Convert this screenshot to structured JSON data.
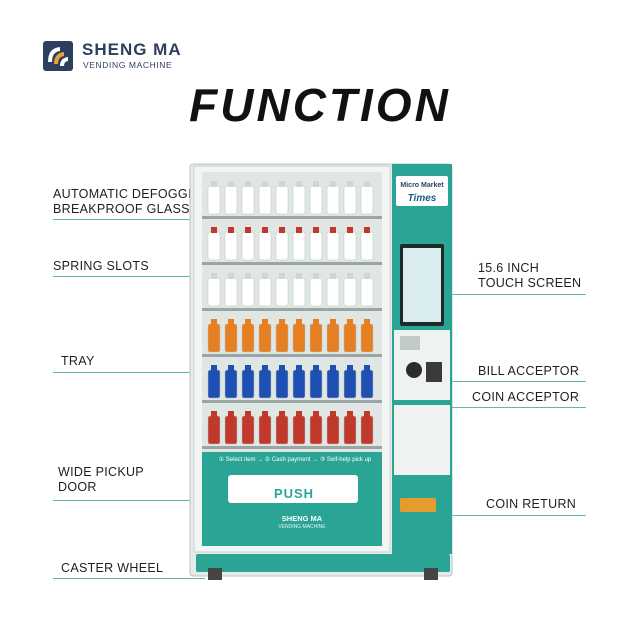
{
  "brand": {
    "name": "SHENG MA",
    "tagline": "VENDING MACHINE"
  },
  "title": "FUNCTION",
  "labels_left": [
    {
      "line1": "AUTOMATIC DEFOGGING",
      "line2": "BREAKPROOF GLASS"
    },
    {
      "line1": "SPRING SLOTS",
      "line2": ""
    },
    {
      "line1": "TRAY",
      "line2": ""
    },
    {
      "line1": "WIDE PICKUP",
      "line2": "DOOR"
    },
    {
      "line1": "CASTER WHEEL",
      "line2": ""
    }
  ],
  "labels_right": [
    {
      "line1": "15.6 INCH",
      "line2": "TOUCH SCREEN"
    },
    {
      "line1": "BILL ACCEPTOR",
      "line2": ""
    },
    {
      "line1": "COIN ACCEPTOR",
      "line2": ""
    },
    {
      "line1": "COIN RETURN",
      "line2": ""
    }
  ],
  "machine": {
    "panel_brand": "Micro Market",
    "panel_logo": "Times",
    "steps": "① Select item  →  ② Cash payment  →  ③ Self-help pick up",
    "push_label": "PUSH",
    "door_brand": "SHENG MA",
    "door_sub": "VENDING MACHINE"
  },
  "colors": {
    "accent": "#2aa595",
    "leader": "#5fb8ad",
    "brand_navy": "#2d3f5e"
  }
}
